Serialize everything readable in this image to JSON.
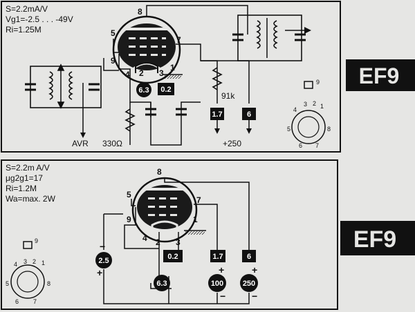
{
  "panel_top": {
    "specs": [
      "S=2.2mA/V",
      "Vg1=-2.5 . . . -49V",
      "Ri=1.25M"
    ],
    "pins": {
      "p8": "8",
      "p5": "5",
      "p9": "9",
      "p7": "7",
      "p4": "4",
      "p2": "2",
      "p3": "3",
      "p1": "1"
    },
    "heater_voltage": "6.3",
    "g1_voltage": "0.2",
    "screen_resistor": "91k",
    "cathode_resistor": "330Ω",
    "avr_label": "AVR",
    "g2_voltage": "1.7",
    "anode_voltage": "6",
    "supply_label": "+250",
    "base_pins": [
      "9",
      "1",
      "2",
      "3",
      "4",
      "5",
      "6",
      "7",
      "8"
    ],
    "tube_tag": "EF9"
  },
  "panel_bottom": {
    "specs": [
      "S=2.2m A/V",
      "μg2g1=17",
      "Ri=1.2M",
      "Wa=max. 2W"
    ],
    "pins": {
      "p8": "8",
      "p5": "5",
      "p9": "9",
      "p7": "7",
      "p4": "4",
      "p2": "2",
      "p3": "3",
      "p1": "1"
    },
    "bias_voltage": "2.5",
    "g1_voltage": "0.2",
    "heater_voltage": "6.3",
    "g2_voltage": "1.7",
    "anode_voltage": "6",
    "screen_supply": "100",
    "anode_supply": "250",
    "minus": "−",
    "plus": "+",
    "base_pins": [
      "9",
      "1",
      "2",
      "3",
      "4",
      "5",
      "6",
      "7",
      "8"
    ],
    "tube_tag": "EF9"
  }
}
